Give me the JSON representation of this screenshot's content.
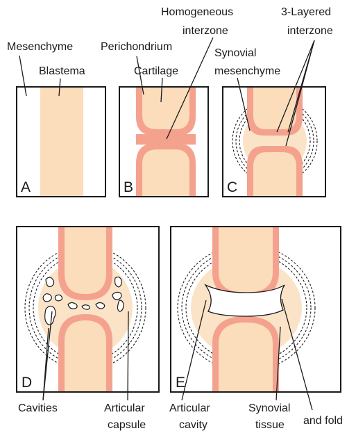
{
  "colors": {
    "cartilage": "#fbdcbb",
    "perichondrium": "#f4a28e",
    "mesenchyme": "#fbe3c8",
    "cavity": "#ffffff",
    "outline": "#1a1a1a",
    "background": "#ffffff"
  },
  "labels": {
    "mesenchyme": "Mesenchyme",
    "blastema": "Blastema",
    "perichondrium": "Perichondrium",
    "cartilage": "Cartilage",
    "homogeneous_line1": "Homogeneous",
    "homogeneous_line2": "interzone",
    "three_layered_line1": "3-Layered",
    "three_layered_line2": "interzone",
    "synovial_mes_line1": "Synovial",
    "synovial_mes_line2": "mesenchyme",
    "cavities": "Cavities",
    "articular_capsule_line1": "Articular",
    "articular_capsule_line2": "capsule",
    "articular_cavity_line1": "Articular",
    "articular_cavity_line2": "cavity",
    "synovial_tissue_line1": "Synovial",
    "synovial_tissue_line2": "tissue",
    "and_fold": "and fold"
  },
  "panels": {
    "a": "A",
    "b": "B",
    "c": "C",
    "d": "D",
    "e": "E"
  }
}
